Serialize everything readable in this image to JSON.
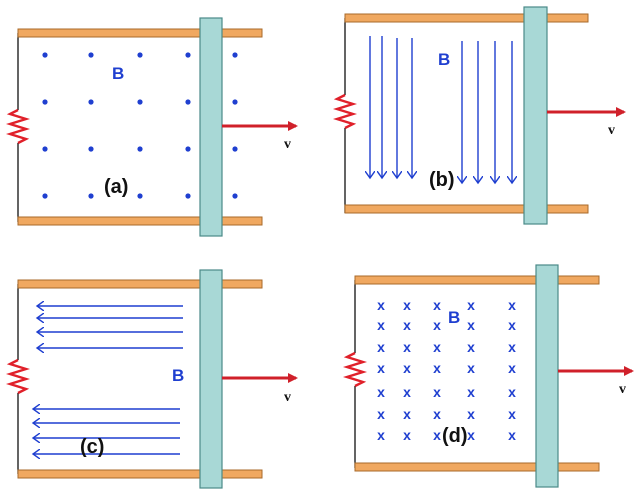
{
  "colors": {
    "rail": "#F0A860",
    "rail_edge": "#A86A2A",
    "bar_fill": "#A8D8D6",
    "bar_edge": "#4A8A88",
    "field": "#1F3FD0",
    "resistor": "#E0202A",
    "arrow": "#D0202A",
    "wire": "#111111"
  },
  "icons": {
    "field_dots": "dot-out-of-page",
    "field_crosses": "x-into-page",
    "field_lines": "arrow-field-line",
    "resistor": "zigzag-resistor",
    "velocity": "right-arrow"
  },
  "panels": [
    {
      "label": "(a)",
      "field_symbol": "B",
      "velocity_symbol": "v",
      "field_mode": "dots-out-of-page"
    },
    {
      "label": "(b)",
      "field_symbol": "B",
      "velocity_symbol": "v",
      "field_mode": "downward-lines"
    },
    {
      "label": "(c)",
      "field_symbol": "B",
      "velocity_symbol": "v",
      "field_mode": "leftward-lines"
    },
    {
      "label": "(d)",
      "field_symbol": "B",
      "velocity_symbol": "v",
      "field_mode": "crosses-into-page",
      "cross_glyph": "x"
    }
  ]
}
